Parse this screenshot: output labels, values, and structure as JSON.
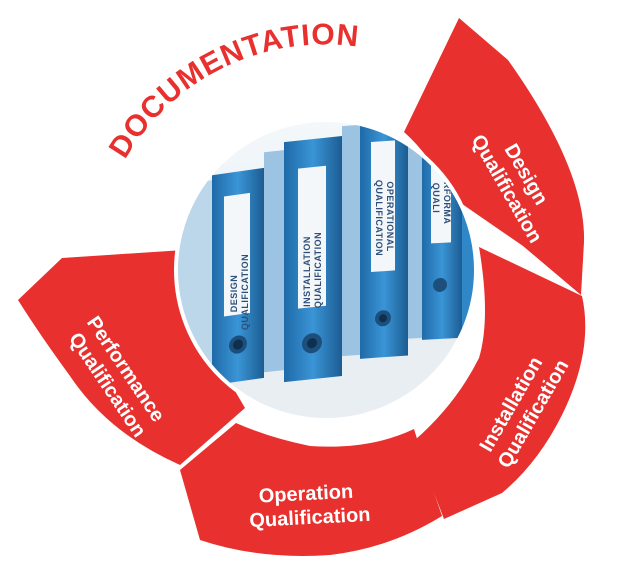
{
  "diagram": {
    "title": "DOCUMENTATION",
    "segments": [
      {
        "id": "design",
        "lines": [
          "Design",
          "Qualification"
        ]
      },
      {
        "id": "installation",
        "lines": [
          "Installation",
          "Qualification"
        ]
      },
      {
        "id": "operation",
        "lines": [
          "Operation",
          "Qualification"
        ]
      },
      {
        "id": "performance",
        "lines": [
          "Performance",
          "Qualification"
        ]
      }
    ],
    "binders": [
      {
        "id": "design",
        "lines": [
          "DESIGN",
          "QUALIFICATION"
        ]
      },
      {
        "id": "installation",
        "lines": [
          "INSTALLATION",
          "QUALIFICATION"
        ]
      },
      {
        "id": "operational",
        "lines": [
          "OPERATIONAL",
          "QUALIFICATION"
        ]
      },
      {
        "id": "performance",
        "lines": [
          "PERFORMA",
          "QUALI"
        ]
      }
    ],
    "colors": {
      "segment_red": "#e8302e",
      "binder_blue": "#2f87c8",
      "binder_dark": "#1d5f97",
      "label_white": "#ffffff"
    }
  }
}
